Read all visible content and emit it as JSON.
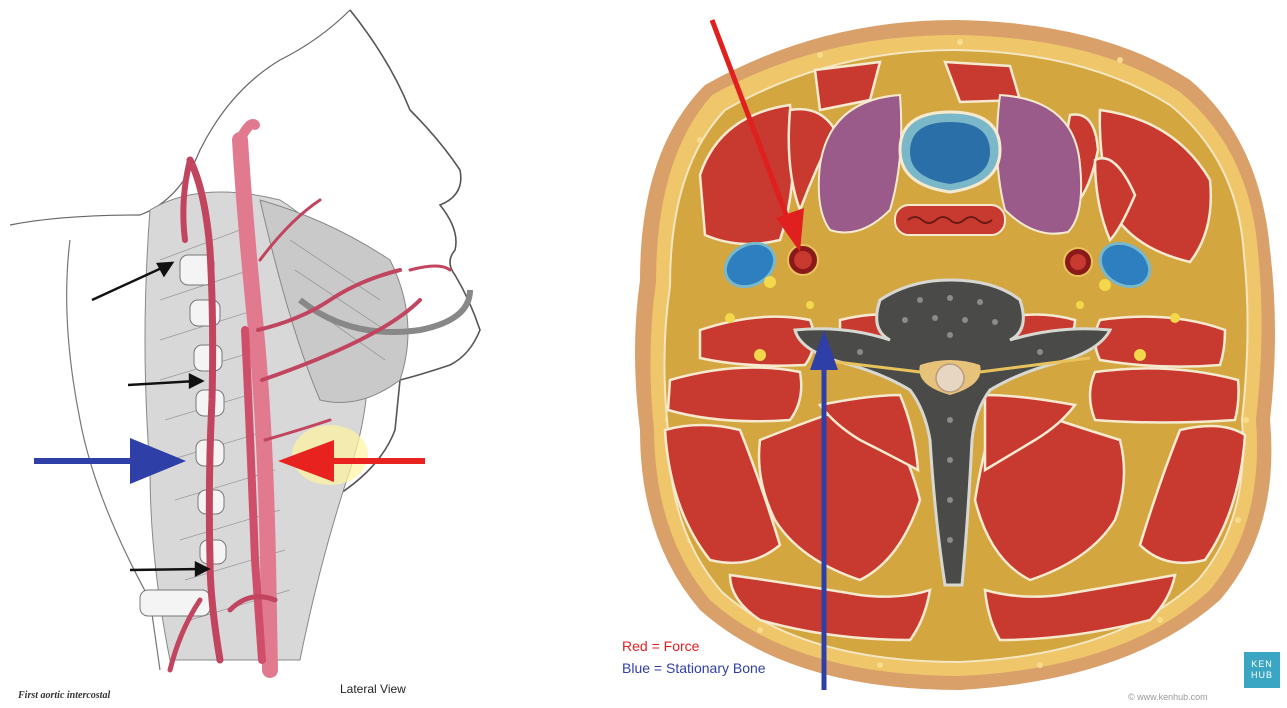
{
  "left_figure": {
    "caption_bottom_left": "First aortic intercostal",
    "caption_view": "Lateral View",
    "arrow_colors": {
      "force": "#e8231f",
      "stationary": "#2f3fa8",
      "pointer": "#111111"
    }
  },
  "right_figure": {
    "legend": {
      "red": "Red = Force",
      "blue": "Blue = Stationary Bone"
    },
    "credit": "© www.kenhub.com",
    "badge": "KEN HUB"
  },
  "colors": {
    "force": "#e0201f",
    "stationary": "#2f3fa8",
    "muscle": "#c8392f",
    "fascia": "#e8c25a",
    "skin": "#d9a06a",
    "thyroid": "#9a5a8a",
    "vein": "#2e7fc0",
    "bone": "#4a4a48"
  }
}
